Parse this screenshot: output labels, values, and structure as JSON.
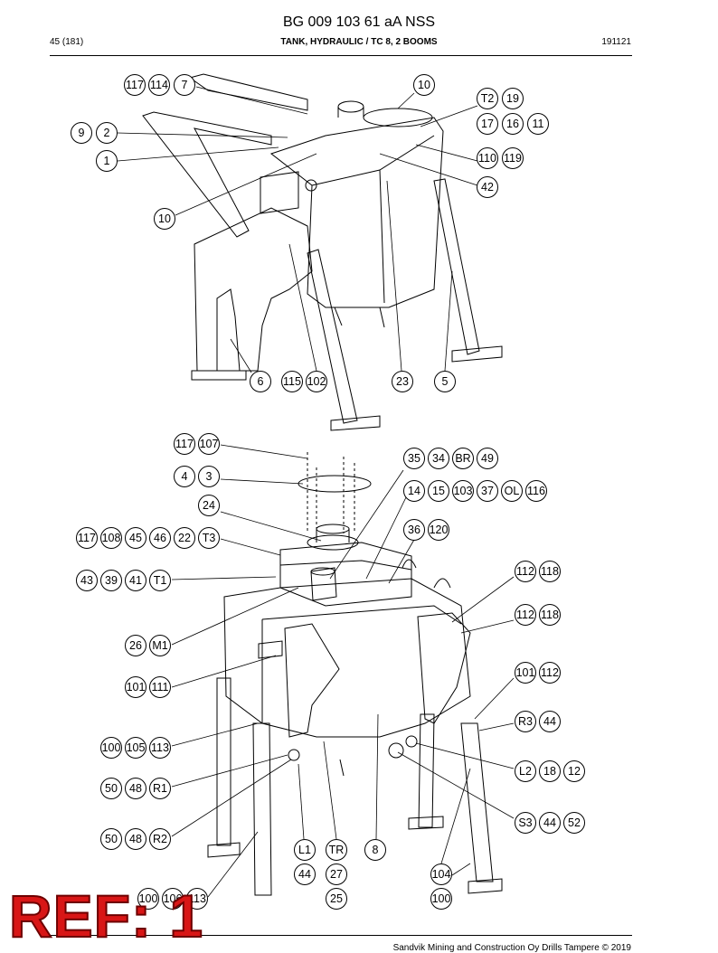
{
  "header": {
    "doc_code": "BG 009 103 61 aA NSS",
    "page": "45 (181)",
    "title": "TANK, HYDRAULIC / TC 8, 2 BOOMS",
    "date": "191121"
  },
  "footer": {
    "copyright": "Sandvik Mining and Construction Oy Drills Tampere © 2019"
  },
  "ref_stamp": "REF: 1",
  "colors": {
    "ref_red": "#d81616",
    "line": "#000000"
  },
  "callouts": [
    "117",
    "114",
    "7",
    "10",
    "T2",
    "19",
    "17",
    "16",
    "11",
    "9",
    "2",
    "1",
    "110",
    "119",
    "42",
    "10",
    "6",
    "115",
    "102",
    "23",
    "5",
    "117",
    "107",
    "35",
    "34",
    "BR",
    "49",
    "4",
    "3",
    "14",
    "15",
    "103",
    "37",
    "OL",
    "116",
    "24",
    "36",
    "120",
    "117",
    "108",
    "45",
    "46",
    "22",
    "T3",
    "43",
    "39",
    "41",
    "T1",
    "112",
    "118",
    "112",
    "118",
    "26",
    "M1",
    "101",
    "111",
    "101",
    "112",
    "R3",
    "44",
    "100",
    "105",
    "113",
    "L2",
    "18",
    "12",
    "50",
    "48",
    "R1",
    "S3",
    "44",
    "52",
    "50",
    "48",
    "R2",
    "L1",
    "TR",
    "8",
    "44",
    "27",
    "104",
    "25",
    "100",
    "100",
    "106",
    "113"
  ]
}
